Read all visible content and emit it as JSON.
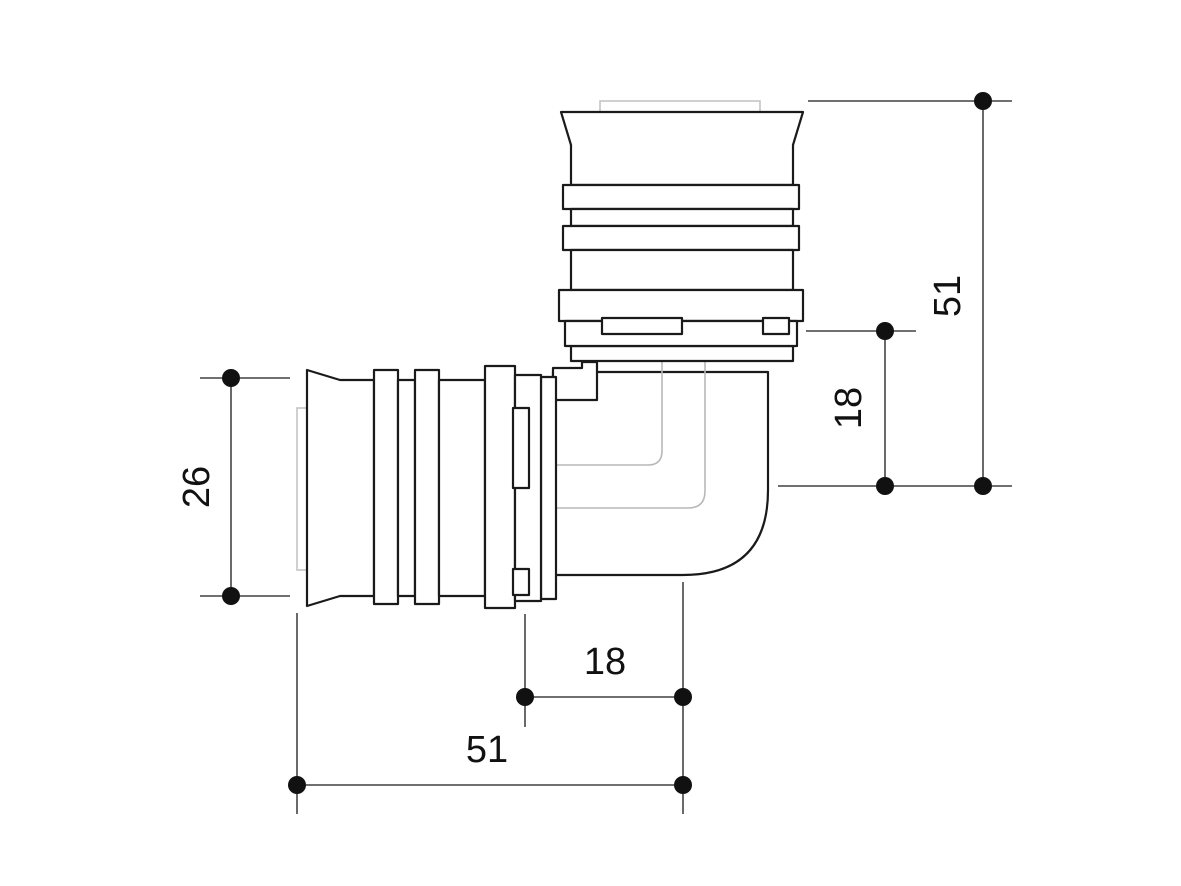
{
  "dimensions": {
    "left_port_diameter": "26",
    "vertical_total_height": "51",
    "vertical_center_offset": "18",
    "horizontal_center_offset": "18",
    "horizontal_total_width": "51"
  },
  "colors": {
    "line": "#1a1a1a",
    "hidden_line": "#b8b8b8",
    "background": "#ffffff"
  }
}
